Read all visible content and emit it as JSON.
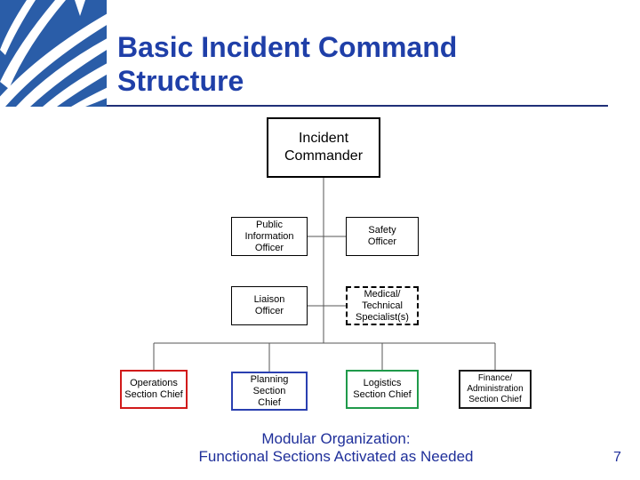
{
  "slide": {
    "title_line1": "Basic Incident Command",
    "title_line2": "Structure",
    "caption_line1": "Modular Organization:",
    "caption_line2": "Functional Sections Activated as Needed",
    "page_number": "7"
  },
  "org_chart": {
    "commander": [
      "Incident",
      "Commander"
    ],
    "command_staff": {
      "public_information": [
        "Public",
        "Information",
        "Officer"
      ],
      "safety": [
        "Safety",
        "Officer"
      ],
      "liaison": [
        "Liaison",
        "Officer"
      ],
      "medical": [
        "Medical/",
        "Technical",
        "Specialist(s)"
      ]
    },
    "sections": {
      "operations": [
        "Operations",
        "Section Chief"
      ],
      "planning": [
        "Planning",
        "Section",
        "Chief"
      ],
      "logistics": [
        "Logistics",
        "Section Chief"
      ],
      "finance": [
        "Finance/",
        "Administration",
        "Section Chief"
      ]
    }
  },
  "colors": {
    "title": "#1f3fa8",
    "operations_border": "#d11a1a",
    "planning_border": "#2a3fb0",
    "logistics_border": "#1f9a4a",
    "finance_border": "#1a1a1a"
  }
}
